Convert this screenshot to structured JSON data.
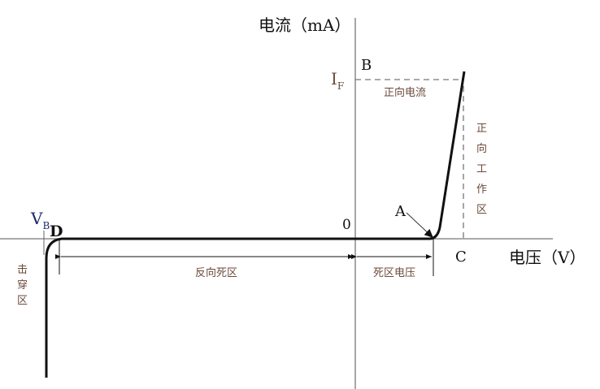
{
  "y_axis_label": "电流（mA）",
  "x_axis_label": "电压（V）",
  "origin": "0",
  "points": {
    "A": "A",
    "B": "B",
    "C": "C",
    "D": "D"
  },
  "forward_current": {
    "symbol": "I",
    "subscript": "F"
  },
  "breakdown_voltage": {
    "symbol": "V",
    "subscript": "B"
  },
  "regions": {
    "forward_current_label": "正向电流",
    "forward_working_region": "正向工作区",
    "reverse_dead_zone": "反向死区",
    "dead_zone_voltage": "死区电压",
    "breakdown_region": "击穿区"
  },
  "colors": {
    "curve": "#111111",
    "axis": "#666666",
    "annotation": "#6b4a3a"
  }
}
